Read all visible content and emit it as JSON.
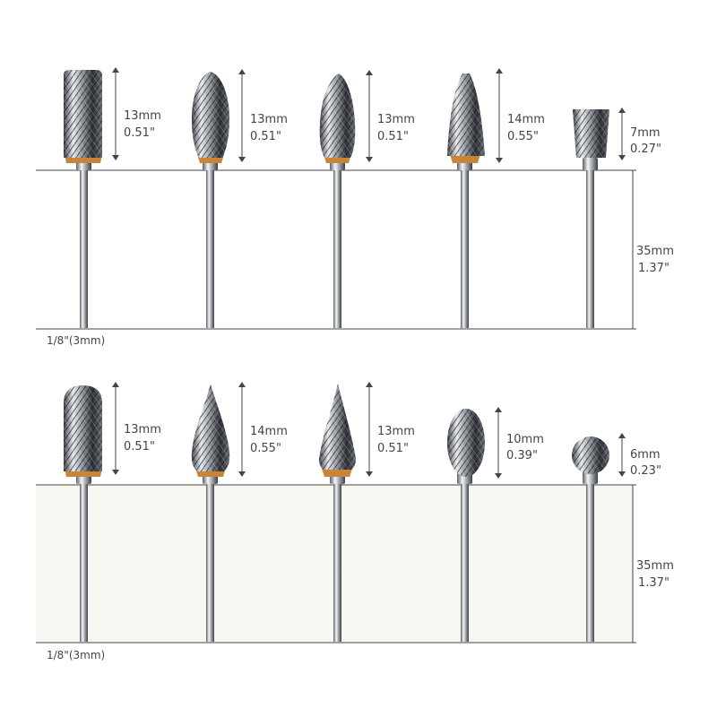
{
  "rows": [
    {
      "shank_label": "1/8\"(3mm)",
      "shank_length": {
        "mm": "35mm",
        "in": "1.37\""
      },
      "bits": [
        {
          "shape": "cylinder",
          "head_length": {
            "mm": "13mm",
            "in": "0.51\""
          }
        },
        {
          "shape": "tree-round",
          "head_length": {
            "mm": "13mm",
            "in": "0.51\""
          }
        },
        {
          "shape": "tree-pointed",
          "head_length": {
            "mm": "13mm",
            "in": "0.51\""
          }
        },
        {
          "shape": "cone",
          "head_length": {
            "mm": "14mm",
            "in": "0.55\""
          }
        },
        {
          "shape": "inverted-cone",
          "head_length": {
            "mm": "7mm",
            "in": "0.27\""
          }
        }
      ]
    },
    {
      "shank_label": "1/8\"(3mm)",
      "shank_length": {
        "mm": "35mm",
        "in": "1.37\""
      },
      "bits": [
        {
          "shape": "cylinder-ball-nose",
          "head_length": {
            "mm": "13mm",
            "in": "0.51\""
          }
        },
        {
          "shape": "flame",
          "head_length": {
            "mm": "14mm",
            "in": "0.55\""
          }
        },
        {
          "shape": "pointed-cone",
          "head_length": {
            "mm": "13mm",
            "in": "0.51\""
          }
        },
        {
          "shape": "oval",
          "head_length": {
            "mm": "10mm",
            "in": "0.39\""
          }
        },
        {
          "shape": "ball",
          "head_length": {
            "mm": "6mm",
            "in": "0.23\""
          }
        }
      ]
    }
  ],
  "colors": {
    "steel_light": "#eef0f2",
    "steel_mid": "#a9afb5",
    "steel_dark": "#2e3237",
    "brazing": "#c8853a",
    "guide_line": "#444444",
    "shade_panel": "#f7f7f2"
  }
}
